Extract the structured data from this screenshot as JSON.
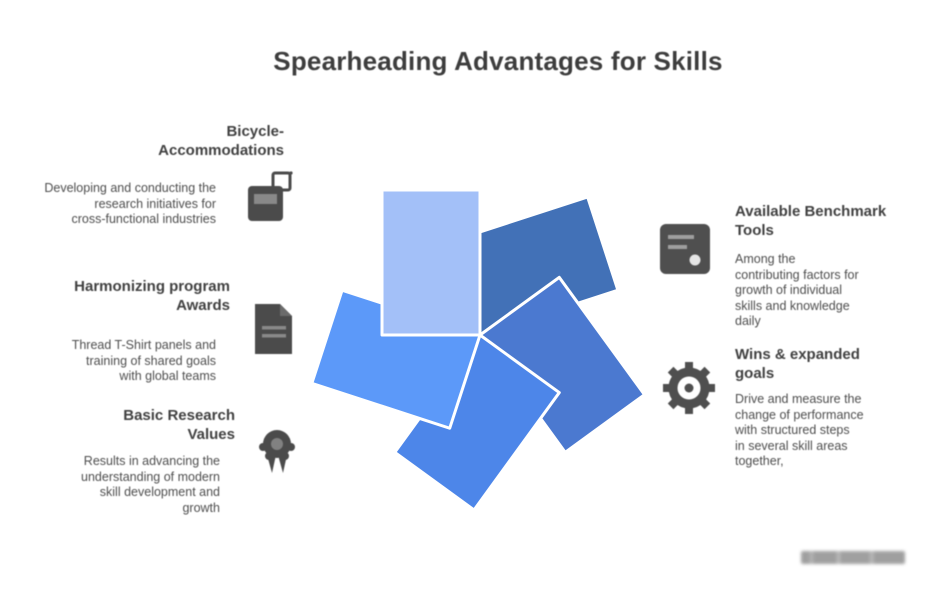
{
  "title": "Spearheading Advantages for Skills",
  "text_color": "#474747",
  "pinwheel": {
    "outline_color": "#ffffff",
    "petals": [
      {
        "position": "top",
        "color": "#a3c0f8"
      },
      {
        "position": "upper-right",
        "color": "#4271b7"
      },
      {
        "position": "lower-right",
        "color": "#4b79d0"
      },
      {
        "position": "bottom",
        "color": "#4d86e9"
      },
      {
        "position": "left",
        "color": "#5c99f9"
      }
    ]
  },
  "left_groups": [
    {
      "icon": "picture-frames-icon",
      "heading": [
        "Bicycle-",
        "Accommodations"
      ],
      "body": [
        "Developing and conducting the",
        "research initiatives for",
        "cross-functional industries"
      ]
    },
    {
      "icon": "document-icon",
      "heading": [
        "Harmonizing program",
        "Awards"
      ],
      "body": [
        "Thread T-Shirt panels and",
        "training of shared goals",
        "with global teams"
      ]
    },
    {
      "icon": "badge-icon",
      "heading": [
        "Basic Research",
        "Values"
      ],
      "body": [
        "Results in advancing the",
        "understanding of modern",
        "skill development and",
        "growth"
      ]
    }
  ],
  "right_groups": [
    {
      "icon": "window-stats-icon",
      "heading": [
        "Available Benchmark",
        "Tools"
      ],
      "body": [
        "Among the",
        "contributing factors for",
        "growth of individual",
        "skills and knowledge",
        "daily"
      ]
    },
    {
      "icon": "gear-icon",
      "heading": [
        "Wins & expanded",
        "goals"
      ],
      "body": [
        "Drive and measure the",
        "change of performance",
        "with structured steps",
        "in several skill areas",
        "together,"
      ]
    }
  ]
}
